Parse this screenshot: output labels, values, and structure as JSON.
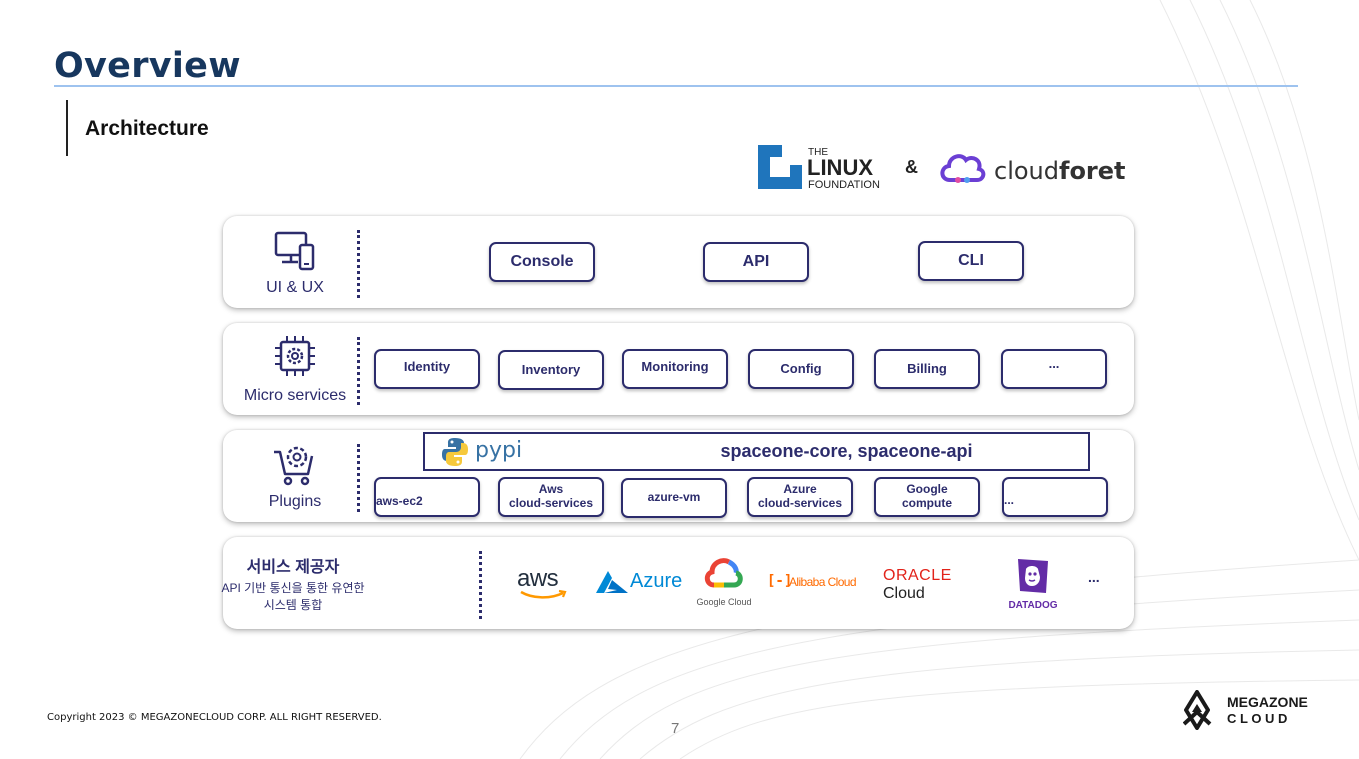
{
  "page": {
    "title": "Overview",
    "subtitle": "Architecture",
    "ampersand": "&",
    "linux_foundation": {
      "line1": "THE",
      "line2": "LINUX",
      "line3": "FOUNDATION"
    },
    "cloudforet": {
      "part1": "cloud",
      "part2": "foret"
    }
  },
  "layers": {
    "ui": {
      "label": "UI & UX",
      "icon": "devices-icon",
      "items": [
        "Console",
        "API",
        "CLI"
      ]
    },
    "micro": {
      "label": "Micro services",
      "icon": "chip-gear-icon",
      "items": [
        "Identity",
        "Inventory",
        "Monitoring",
        "Config",
        "Billing",
        "..."
      ]
    },
    "plugins": {
      "label": "Plugins",
      "icon": "cart-gear-icon",
      "pypi_label": "pypi",
      "core_text": "spaceone-core, spaceone-api",
      "items": [
        {
          "line1": "aws-ec2",
          "line2": ""
        },
        {
          "line1": "Aws",
          "line2": "cloud-services"
        },
        {
          "line1": "azure-vm",
          "line2": ""
        },
        {
          "line1": "Azure",
          "line2": "cloud-services"
        },
        {
          "line1": "Google",
          "line2": "compute"
        },
        {
          "line1": "...",
          "line2": ""
        }
      ]
    },
    "providers": {
      "title": "서비스 제공자",
      "desc1": "API 기반 통신을 통한 유연한",
      "desc2": "시스템 통합",
      "vendors": {
        "aws": "aws",
        "azure": "Azure",
        "google": "Google Cloud",
        "alibaba": "Alibaba Cloud",
        "oracle1": "ORACLE",
        "oracle2": "Cloud",
        "datadog": "DATADOG",
        "more": "..."
      }
    }
  },
  "footer": {
    "copyright": "Copyright 2023 © MEGAZONECLOUD CORP. ALL RIGHT RESERVED.",
    "page_number": "7",
    "logo_line1": "MEGAZONE",
    "logo_line2": "C L O U D"
  },
  "colors": {
    "title": "#17375e",
    "accent_navy": "#2c2c6c",
    "rule": "#9ec3ef",
    "linux_blue": "#1f75bc",
    "cloudforet_purple": "#6b3fd4",
    "alibaba_orange": "#ff6a00",
    "oracle_red": "#e2231a",
    "azure_blue": "#0089d6",
    "datadog_purple": "#632ca6"
  }
}
